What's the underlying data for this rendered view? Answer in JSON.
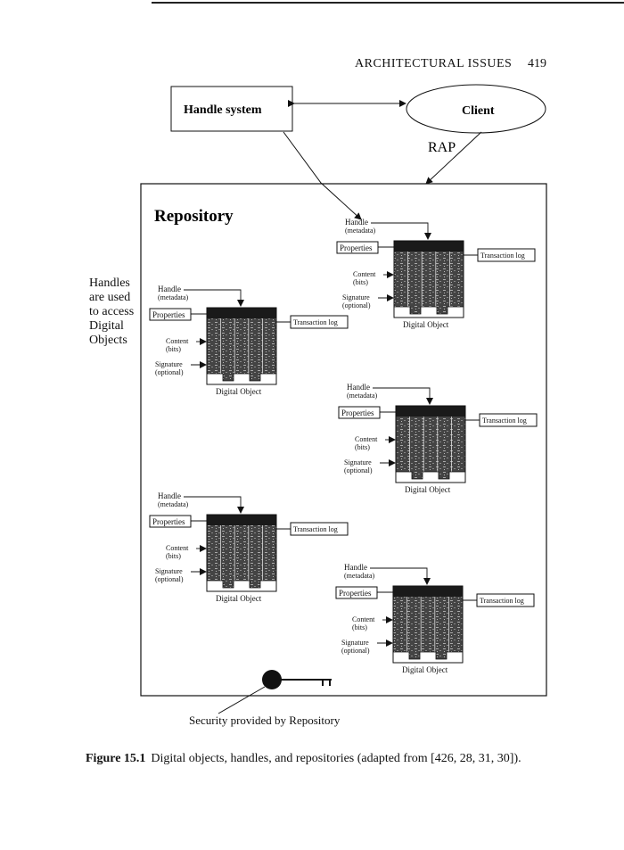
{
  "header": {
    "running_head": "ARCHITECTURAL ISSUES",
    "page_number": "419"
  },
  "figure": {
    "handle_system_label": "Handle system",
    "client_label": "Client",
    "rap_label": "RAP",
    "repository_label": "Repository",
    "side_note": "Handles\nare used\nto access\nDigital\nObjects",
    "security_note": "Security provided by Repository",
    "object_labels": {
      "handle": "Handle",
      "metadata": "(metadata)",
      "properties": "Properties",
      "content": "Content",
      "bits": "(bits)",
      "signature": "Signature",
      "optional": "(optional)",
      "transaction_log": "Transaction log",
      "digital_object": "Digital Object"
    },
    "colors": {
      "ink": "#111111",
      "grid_dark": "#3a3a3a",
      "grid_light": "#9a9a9a"
    }
  },
  "caption": {
    "label": "Figure 15.1",
    "text": "Digital objects, handles, and repositories (adapted from [426, 28, 31, 30])."
  }
}
